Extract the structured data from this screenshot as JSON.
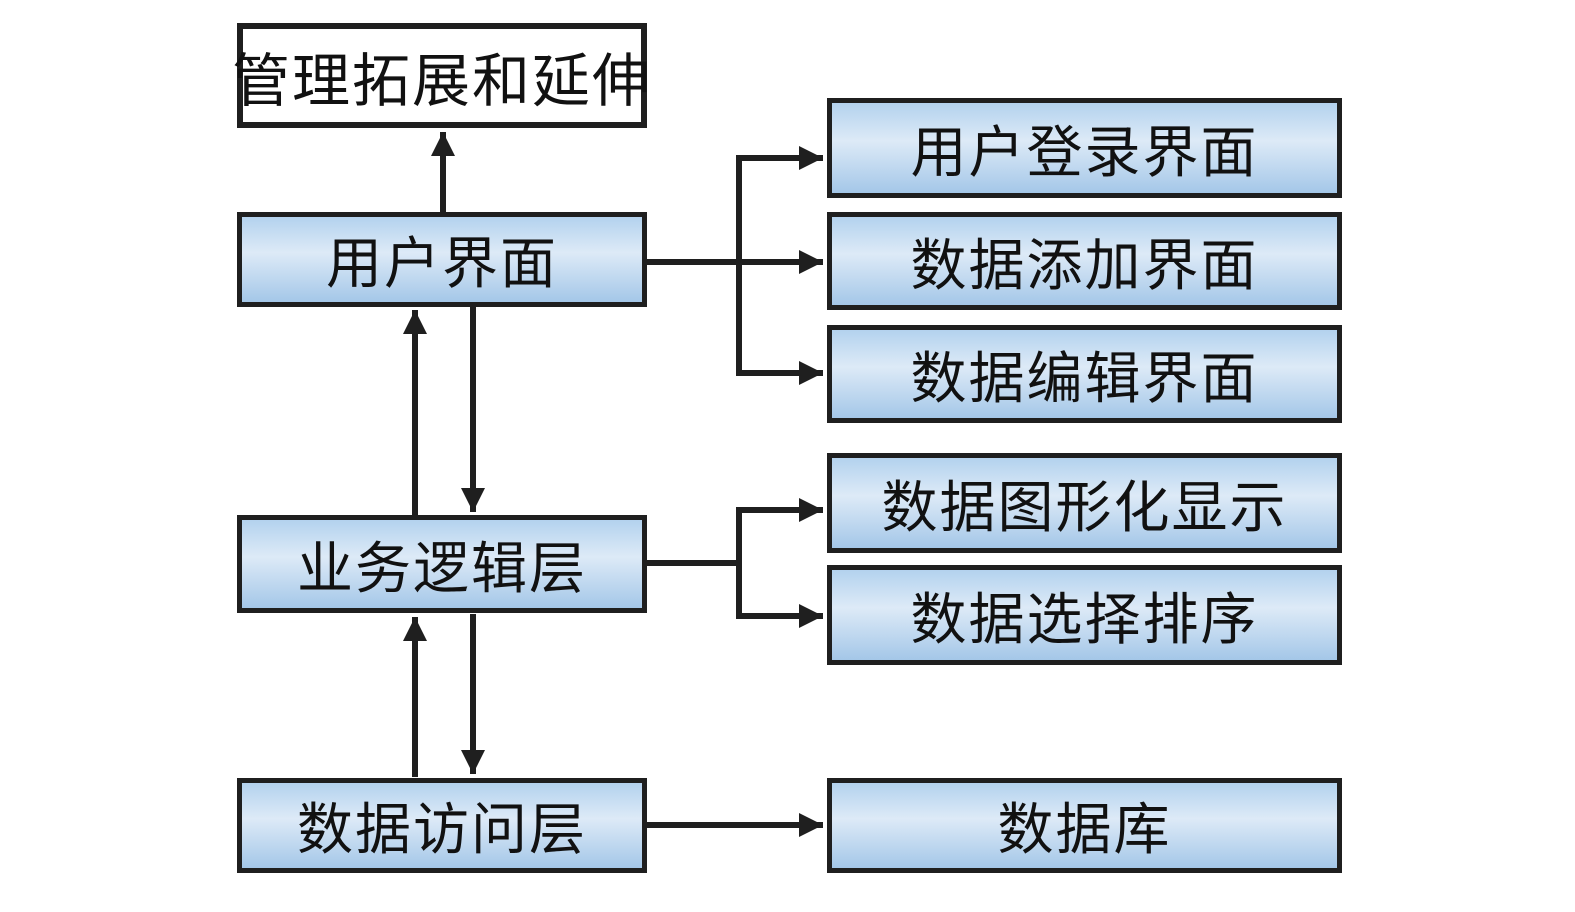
{
  "diagram": {
    "top_box": {
      "label": "管理拓展和延伸"
    },
    "layers": {
      "user_interface": {
        "label": "用户界面"
      },
      "business_logic": {
        "label": "业务逻辑层"
      },
      "data_access": {
        "label": "数据访问层"
      }
    },
    "ui_modules": [
      {
        "label": "用户登录界面"
      },
      {
        "label": "数据添加界面"
      },
      {
        "label": "数据编辑界面"
      }
    ],
    "logic_modules": [
      {
        "label": "数据图形化显示"
      },
      {
        "label": "数据选择排序"
      }
    ],
    "storage": {
      "label": "数据库"
    },
    "connections": [
      {
        "from": "用户界面",
        "to": "管理拓展和延伸",
        "direction": "up"
      },
      {
        "from": "用户界面",
        "to": "业务逻辑层",
        "direction": "both"
      },
      {
        "from": "业务逻辑层",
        "to": "数据访问层",
        "direction": "both"
      },
      {
        "from": "用户界面",
        "to": "用户登录界面",
        "direction": "right"
      },
      {
        "from": "用户界面",
        "to": "数据添加界面",
        "direction": "right"
      },
      {
        "from": "用户界面",
        "to": "数据编辑界面",
        "direction": "right"
      },
      {
        "from": "业务逻辑层",
        "to": "数据图形化显示",
        "direction": "right"
      },
      {
        "from": "业务逻辑层",
        "to": "数据选择排序",
        "direction": "right"
      },
      {
        "from": "数据访问层",
        "to": "数据库",
        "direction": "right"
      }
    ]
  },
  "colors": {
    "page_bg": "#ffffff",
    "box_border": "#1f1f1f",
    "arrow": "#1f1f1f",
    "gradient_top": "#b3d2ee",
    "gradient_mid": "#ddeaf7",
    "gradient_bottom": "#a4c7e8",
    "plain_box_fill": "#ffffff",
    "text": "#111111"
  }
}
